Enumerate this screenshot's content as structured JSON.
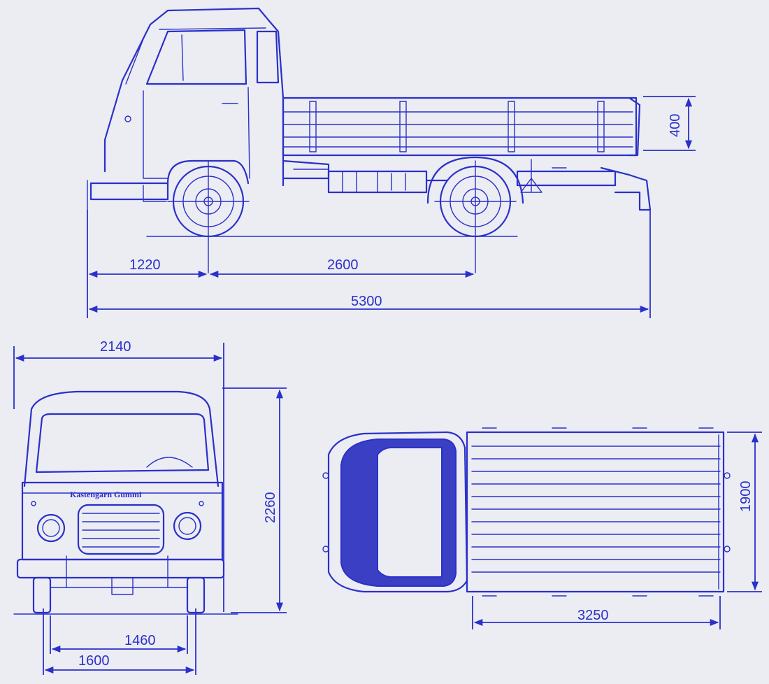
{
  "dimensions": {
    "front_overhang": "1220",
    "wheelbase": "2600",
    "overall_length": "5300",
    "side_height": "400",
    "overall_width": "2140",
    "overall_height": "2260",
    "track_rear": "1460",
    "track_front": "1600",
    "platform_width": "1900",
    "platform_length": "3250"
  },
  "badge": {
    "text": "Kastengarn Gummi"
  },
  "colors": {
    "ink": "#2a31c9",
    "paper": "#ececf3"
  }
}
